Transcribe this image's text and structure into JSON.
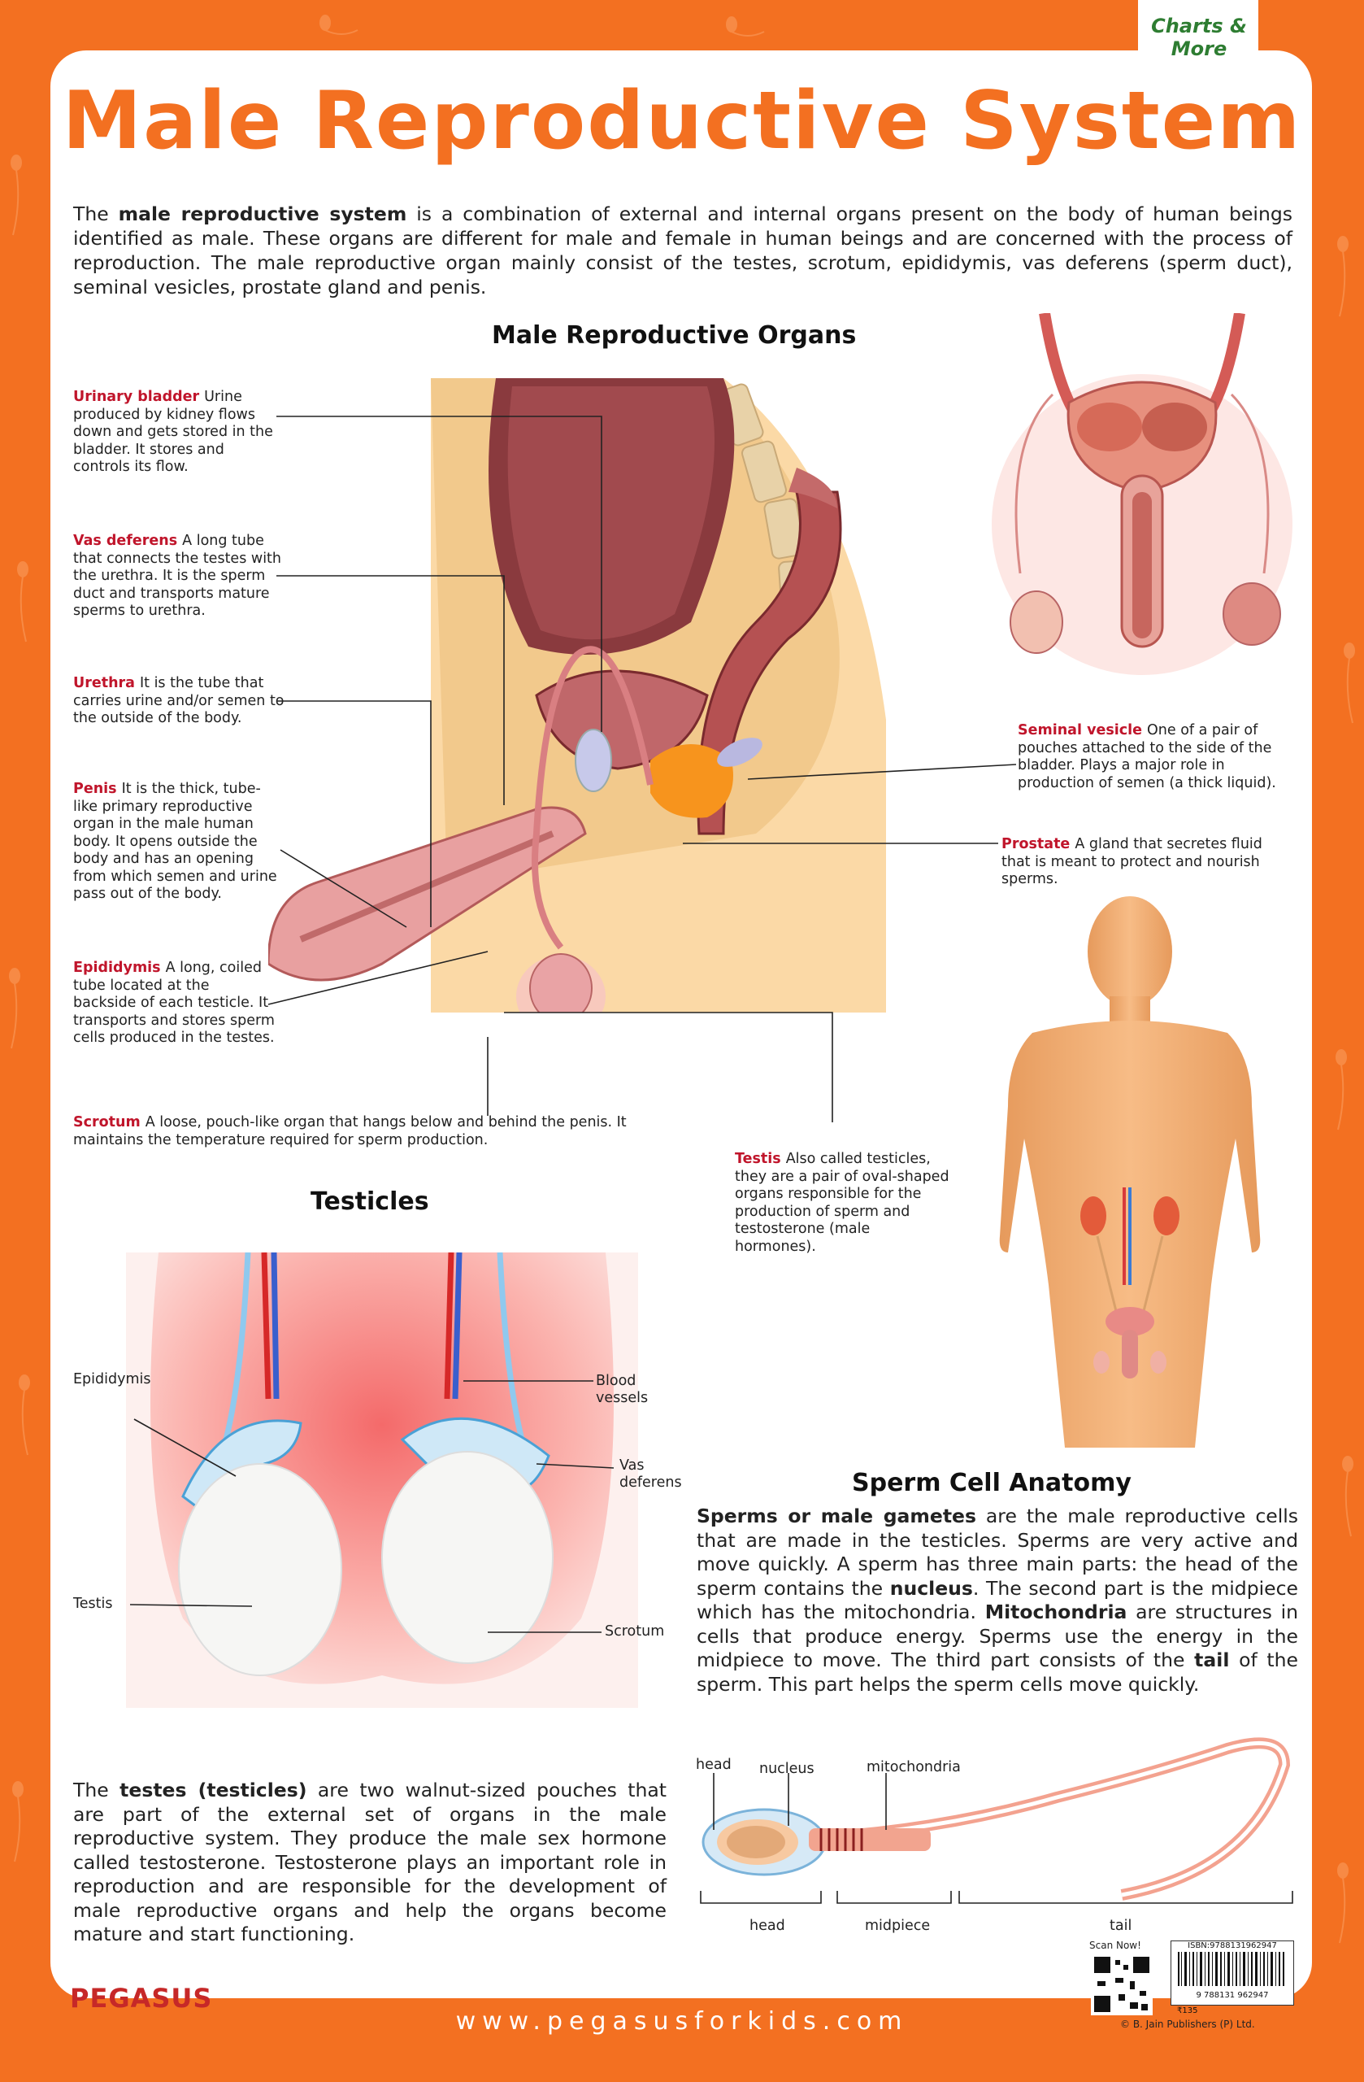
{
  "badge": {
    "brand": "Charts & More"
  },
  "title": "Male Reproductive System",
  "intro": {
    "pre": "The ",
    "bold": "male reproductive system",
    "post": " is a combination of external and internal organs present on the body of human beings identified as male. These organs are different for male and female in human beings and are concerned with the process of reproduction. The male reproductive organ mainly consist of the testes, scrotum, epididymis, vas deferens (sperm duct), seminal vesicles, prostate gland and penis."
  },
  "organs_section": {
    "heading": "Male Reproductive Organs",
    "labels": {
      "urinary_bladder": {
        "term": "Urinary bladder",
        "desc": "Urine produced by kidney flows down and gets stored in the bladder. It stores and controls its flow."
      },
      "vas_deferens": {
        "term": "Vas deferens",
        "desc": "A long tube that connects the testes with the urethra. It is the sperm duct and transports mature sperms to urethra."
      },
      "urethra": {
        "term": "Urethra",
        "desc": "It is the tube that carries urine and/or semen to the outside of the body."
      },
      "penis": {
        "term": "Penis",
        "desc": "It is the thick, tube-like primary reproductive organ in the male human body. It opens outside the body and has an opening from which semen and urine pass out of the body."
      },
      "epididymis": {
        "term": "Epididymis",
        "desc": "A long, coiled tube located at the backside of each testicle. It transports and stores sperm cells produced in the testes."
      },
      "scrotum": {
        "term": "Scrotum",
        "desc": "A loose, pouch-like organ that hangs below and behind the penis. It maintains the temperature required for sperm production."
      },
      "seminal_vesicle": {
        "term": "Seminal vesicle",
        "desc": "One of a pair of pouches attached to the side of the bladder. Plays a major role in production of semen (a thick liquid)."
      },
      "prostate": {
        "term": "Prostate",
        "desc": "A gland that secretes fluid that is meant to protect and nourish sperms."
      },
      "testis": {
        "term": "Testis",
        "desc": "Also called testicles, they are a pair of oval-shaped organs responsible for the production of sperm and testosterone (male hormones)."
      }
    }
  },
  "testicles_section": {
    "heading": "Testicles",
    "labels": {
      "epididymis": "Epididymis",
      "blood_vessels": "Blood vessels",
      "vas_deferens": "Vas deferens",
      "testis": "Testis",
      "scrotum": "Scrotum"
    },
    "paragraph": {
      "pre": "The ",
      "bold": "testes (testicles)",
      "post": " are two walnut-sized pouches that are part of the external set of organs in the male reproductive system. They produce the male sex hormone called testosterone. Testosterone plays an important role in reproduction and are responsible for the development of male reproductive organs and help the organs become mature and start functioning."
    }
  },
  "sperm_section": {
    "heading": "Sperm Cell Anatomy",
    "paragraph": {
      "b1": "Sperms or male gametes",
      "t1": " are the male reproductive cells that are made in the testicles. Sperms are very active and move quickly. A sperm has three main parts: the head of the sperm contains the ",
      "b2": "nucleus",
      "t2": ". The second part is the midpiece which has the mitochondria. ",
      "b3": "Mitochondria",
      "t3": " are structures in cells that produce energy. Sperms use the energy in the midpiece to move. The third part consists of the ",
      "b4": "tail",
      "t4": " of the sperm. This part helps the sperm cells move quickly."
    },
    "diagram_labels": {
      "head_top": "head",
      "nucleus": "nucleus",
      "mitochondria": "mitochondria",
      "head_bottom": "head",
      "midpiece": "midpiece",
      "tail": "tail"
    }
  },
  "footer": {
    "publisher_logo": "PEGASUS",
    "url": "www.pegasusforkids.com",
    "scan": "Scan Now!",
    "isbn": "ISBN:9788131962947",
    "barcode_number": "9 788131 962947",
    "price": "₹135",
    "copyright": "© B. Jain Publishers (P) Ltd."
  }
}
